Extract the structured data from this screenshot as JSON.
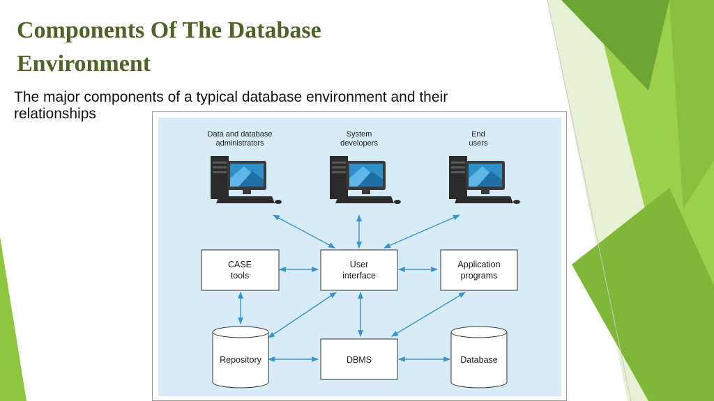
{
  "slide": {
    "title_line1": "Components Of The Database",
    "title_line2": "Environment",
    "subtitle_line1": "The major components of a  typical database environment and their",
    "subtitle_line2": "relationships"
  },
  "colors": {
    "title": "#4f6228",
    "diagram_background": "#d8ecf8",
    "arrow": "#3a93cc",
    "accent_green": "#8dc63f"
  },
  "diagram": {
    "users": [
      {
        "line1": "Data and database",
        "line2": "administrators"
      },
      {
        "line1": "System",
        "line2": "developers"
      },
      {
        "line1": "End",
        "line2": "users"
      }
    ],
    "boxes": {
      "case_tools": {
        "line1": "CASE",
        "line2": "tools"
      },
      "user_interface": {
        "line1": "User",
        "line2": "interface"
      },
      "application_programs": {
        "line1": "Application",
        "line2": "programs"
      },
      "dbms": "DBMS"
    },
    "cylinders": {
      "repository": "Repository",
      "database": "Database"
    }
  }
}
